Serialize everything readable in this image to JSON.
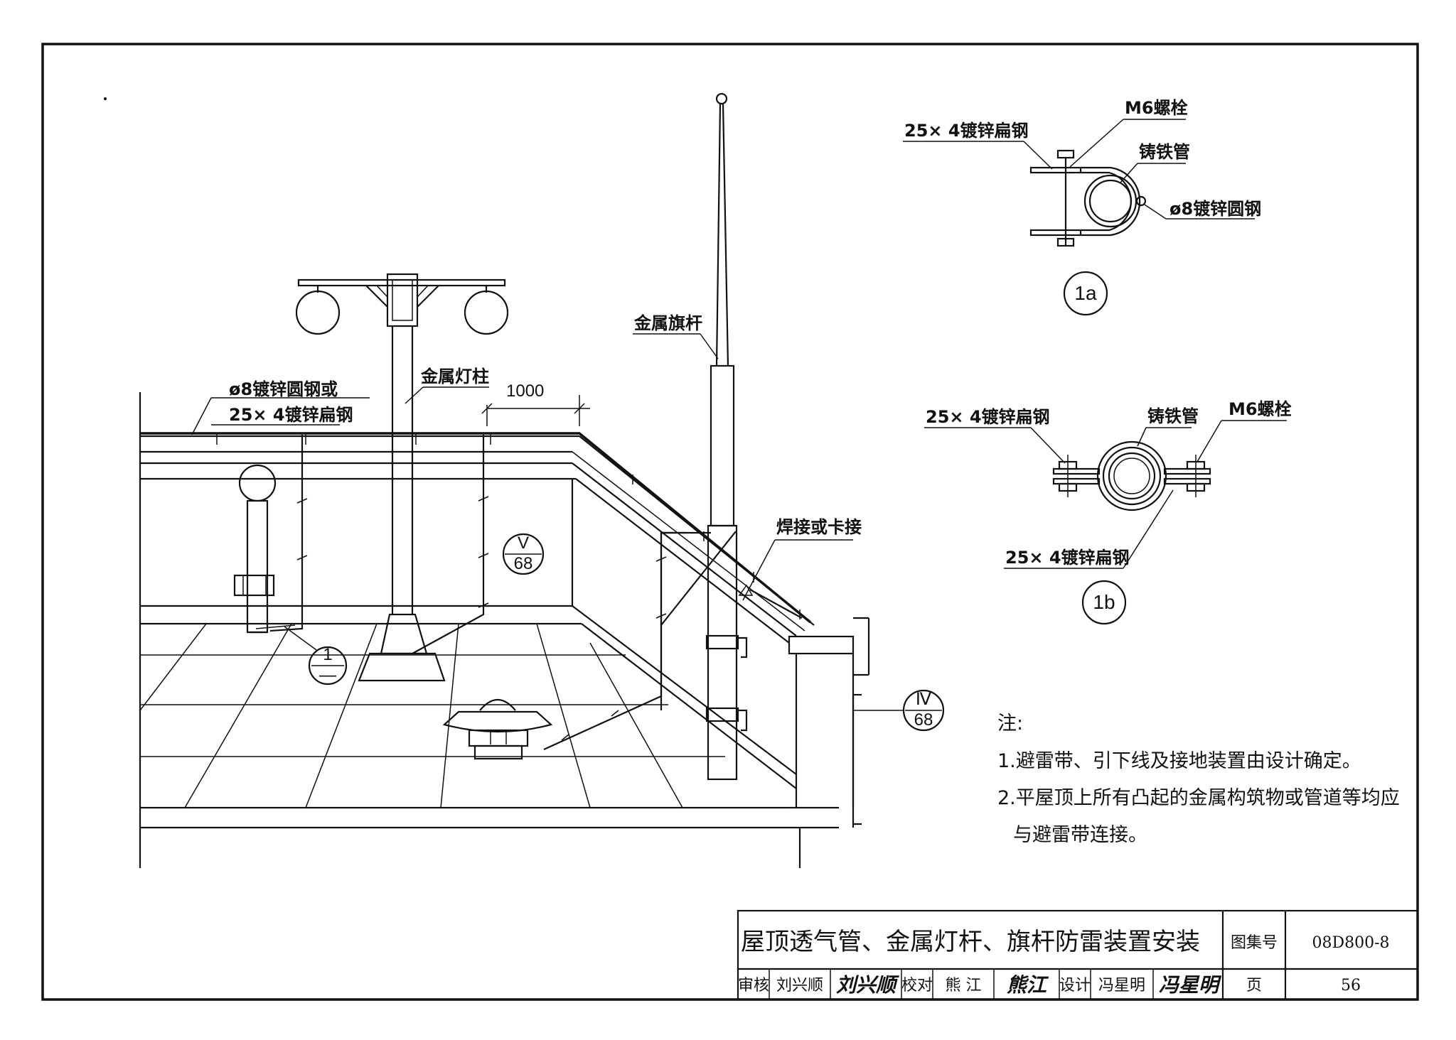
{
  "drawing": {
    "labels": {
      "round_or_flat_steel": "ø8镀锌圆钢或",
      "flat_steel_main": "25× 4镀锌扁钢",
      "metal_lamp_post": "金属灯柱",
      "metal_flagpole": "金属旗杆",
      "spacing_1000": "1000",
      "weld_or_clamp": "焊接或卡接"
    },
    "callouts": {
      "detail_1_top": "1",
      "detail_1_bottom": "—",
      "section_v_top": "V",
      "section_v_bottom": "68",
      "section_iv_top": "Ⅳ",
      "section_iv_bottom": "68"
    }
  },
  "detail_1a": {
    "flat_steel": "25× 4镀锌扁钢",
    "bolt": "M6螺栓",
    "cast_iron_pipe": "铸铁管",
    "round_steel": "ø8镀锌圆钢",
    "tag": "1a"
  },
  "detail_1b": {
    "flat_steel_top": "25× 4镀锌扁钢",
    "cast_iron_pipe": "铸铁管",
    "bolt": "M6螺栓",
    "flat_steel_bottom": "25× 4镀锌扁钢",
    "tag": "1b"
  },
  "notes": {
    "heading": "注:",
    "item1": "1.避雷带、引下线及接地装置由设计确定。",
    "item2_line1": "2.平屋顶上所有凸起的金属构筑物或管道等均应",
    "item2_line2": "与避雷带连接。"
  },
  "title_block": {
    "title": "屋顶透气管、金属灯杆、旗杆防雷装置安装",
    "atlas_label": "图集号",
    "atlas_no": "08D800-8",
    "review_label": "审核",
    "reviewer": "刘兴顺",
    "reviewer_sig": "刘兴顺",
    "check_label": "校对",
    "checker": "熊 江",
    "checker_sig": "熊江",
    "design_label": "设计",
    "designer": "冯星明",
    "designer_sig": "冯星明",
    "page_label": "页",
    "page_no": "56"
  }
}
